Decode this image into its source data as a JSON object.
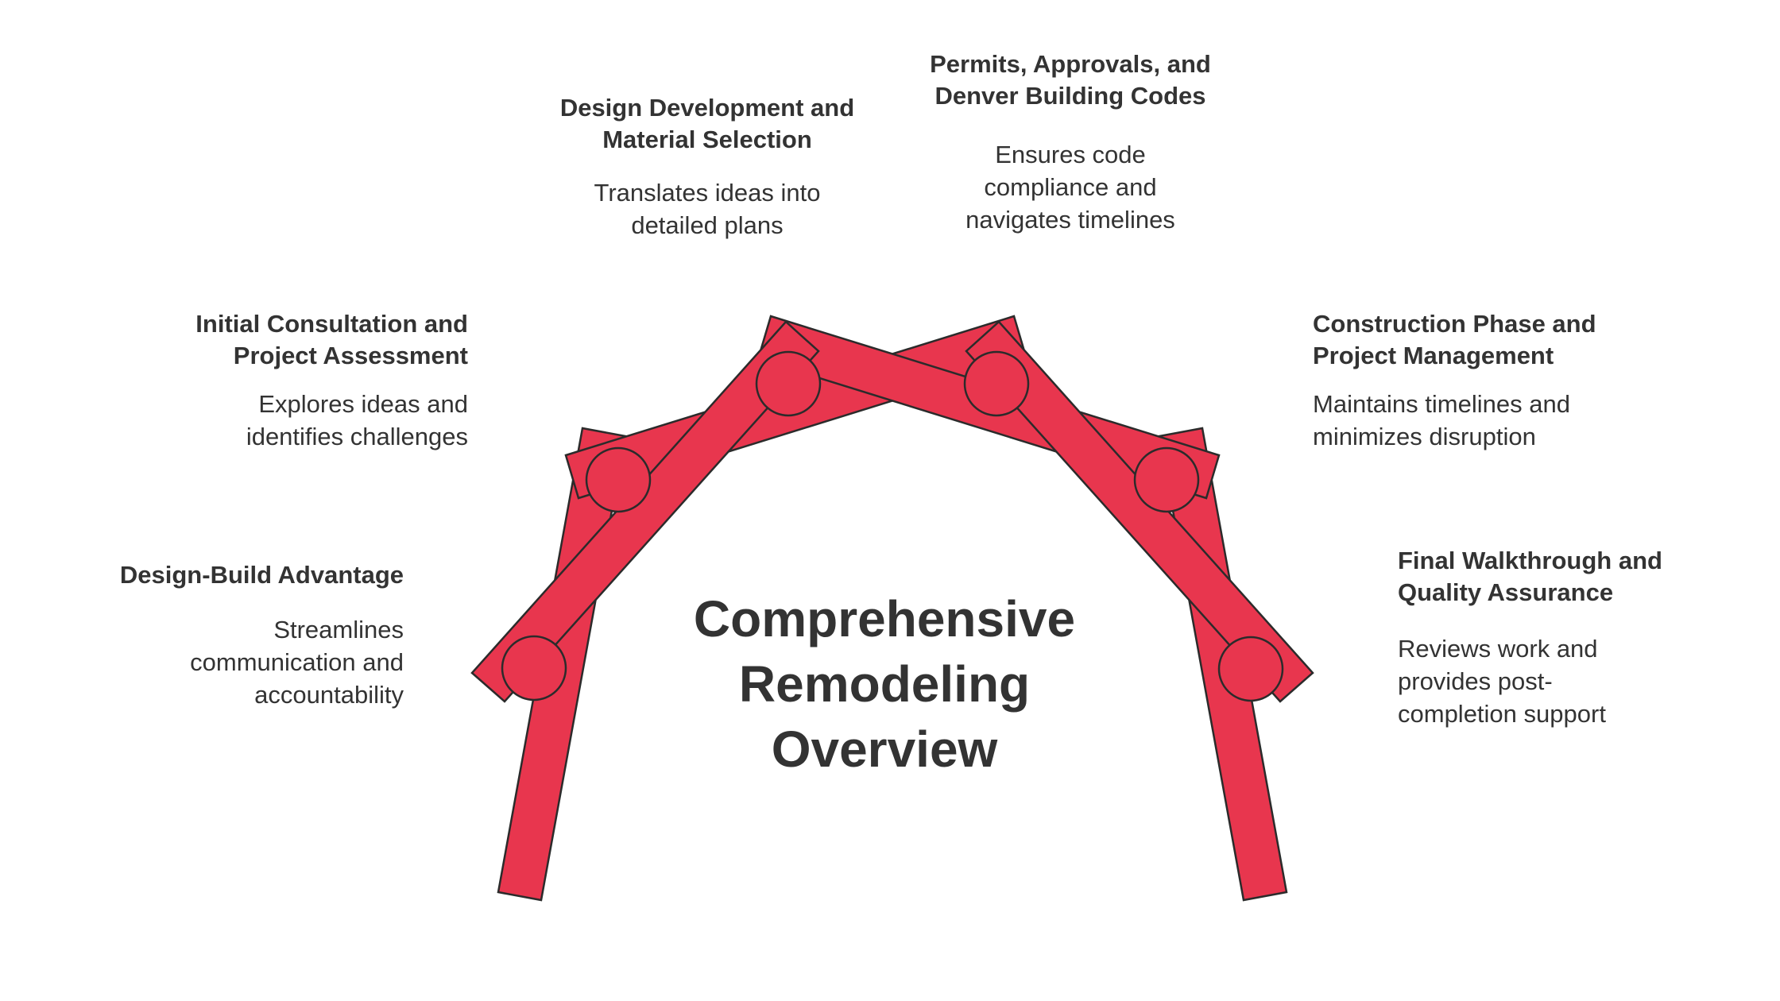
{
  "diagram": {
    "center_title": [
      "Comprehensive",
      "Remodeling",
      "Overview"
    ],
    "colors": {
      "bar_fill": "#E8364E",
      "stroke": "#2B2B2B",
      "text": "#333333",
      "background": "#FFFFFF"
    },
    "nodes": [
      {
        "id": "design-build",
        "title": "Design-Build Advantage",
        "description": "Streamlines communication and accountability"
      },
      {
        "id": "initial-consultation",
        "title": "Initial Consultation and Project Assessment",
        "description": "Explores ideas and identifies challenges"
      },
      {
        "id": "design-development",
        "title": "Design Development and Material Selection",
        "description": "Translates ideas into detailed plans"
      },
      {
        "id": "permits",
        "title": "Permits, Approvals, and Denver Building Codes",
        "description": "Ensures code compliance and navigates timelines"
      },
      {
        "id": "construction",
        "title": "Construction Phase and Project Management",
        "description": "Maintains timelines and minimizes disruption"
      },
      {
        "id": "final-walkthrough",
        "title": "Final Walkthrough and Quality Assurance",
        "description": "Reviews work and provides post-completion support"
      }
    ]
  }
}
